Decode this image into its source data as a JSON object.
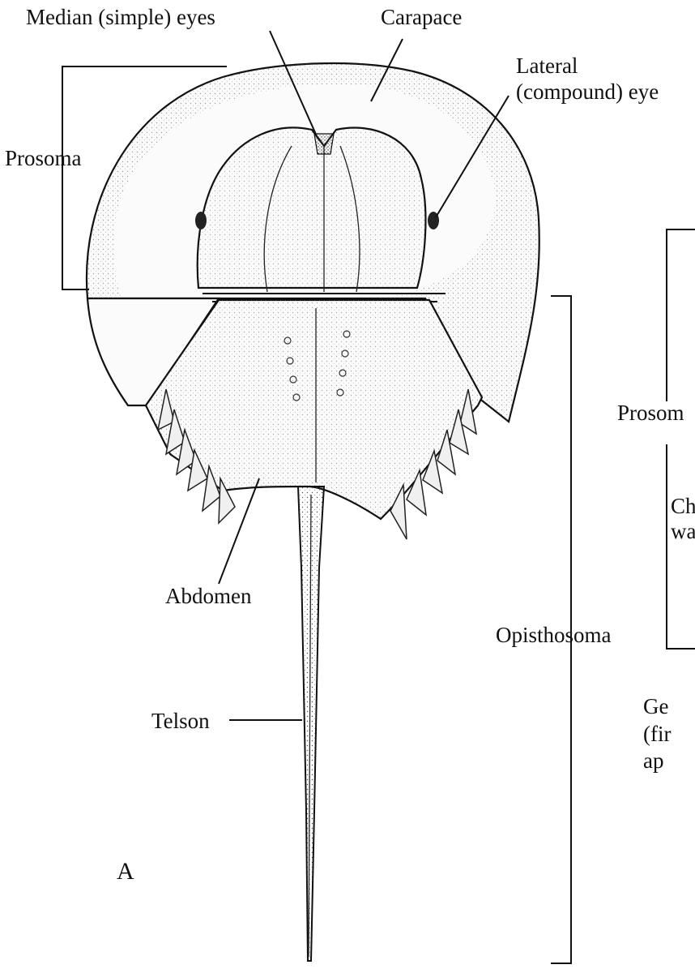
{
  "figure": {
    "panel_letter": "A",
    "labels": {
      "median_eyes": "Median (simple) eyes",
      "carapace": "Carapace",
      "lateral_eye_line1": "Lateral",
      "lateral_eye_line2": "(compound) eye",
      "prosoma": "Prosoma",
      "abdomen": "Abdomen",
      "opisthosoma": "Opisthosoma",
      "telson": "Telson"
    },
    "right_panel_fragments": {
      "prosoma_cut": "Prosom",
      "ch_line1": "Ch",
      "ch_line2": "wa",
      "ge_line1": "Ge",
      "ge_line2": "(fir",
      "ge_line3": "ap"
    }
  },
  "colors": {
    "ink": "#111111",
    "paper": "#ffffff",
    "stipple": "#555555"
  }
}
